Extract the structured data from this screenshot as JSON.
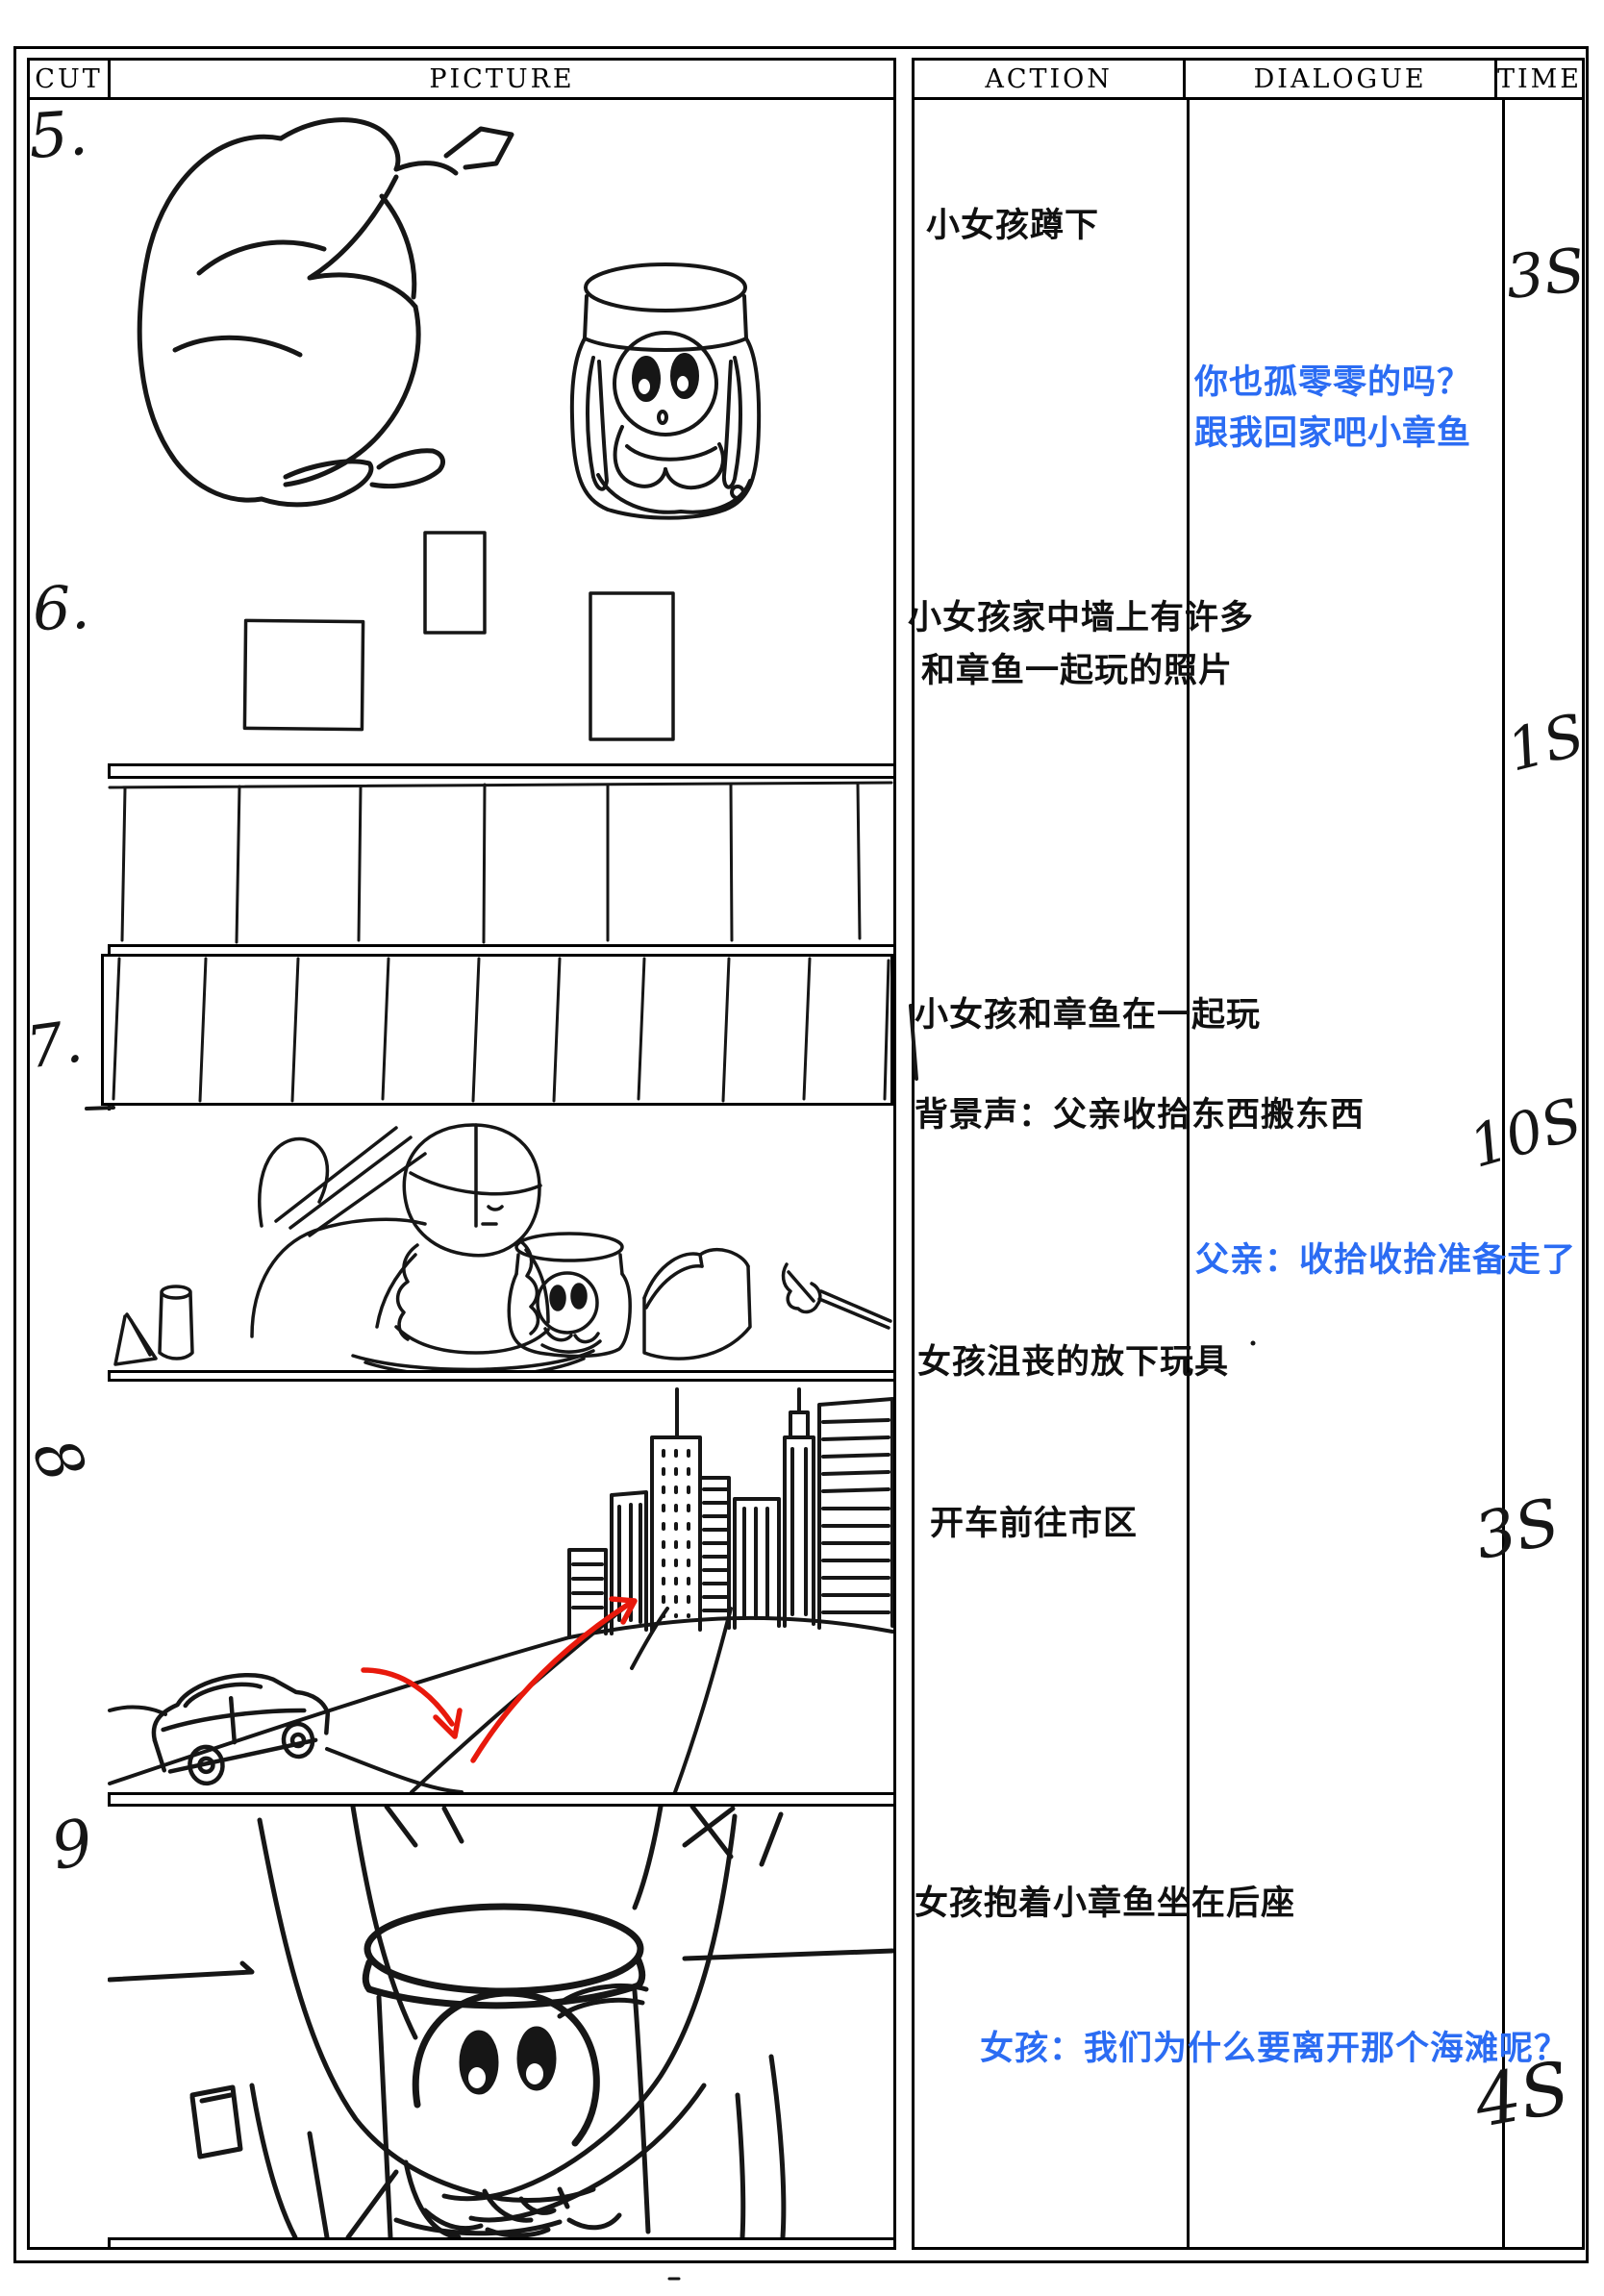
{
  "header": {
    "cut": "CUT",
    "picture": "PICTURE",
    "action": "ACTION",
    "dialogue": "DIALOGUE",
    "time": "TIME"
  },
  "colors": {
    "dialogue_blue": "#2b6cf3",
    "annotation_red": "#e8190c",
    "ink": "#161616"
  },
  "cuts": [
    {
      "number": "5.",
      "time": "3S",
      "action": "小女孩蹲下",
      "dialogue1": "你也孤零零的吗？",
      "dialogue2": "跟我回家吧小章鱼"
    },
    {
      "number": "6.",
      "time": "1S",
      "action1": "小女孩家中墙上有许多",
      "action2": "和章鱼一起玩的照片"
    },
    {
      "number": "7.",
      "time": "10S",
      "action1": "小女孩和章鱼在一起玩",
      "action2": "背景声：父亲收拾东西搬东西",
      "action3": "女孩沮丧的放下玩具",
      "dialogue": "父亲：收拾收拾准备走了"
    },
    {
      "number": "8",
      "time": "3S",
      "action": "开车前往市区"
    },
    {
      "number": "9",
      "time": "4S",
      "action": "女孩抱着小章鱼坐在后座",
      "dialogue": "女孩：我们为什么要离开那个海滩呢？"
    }
  ]
}
